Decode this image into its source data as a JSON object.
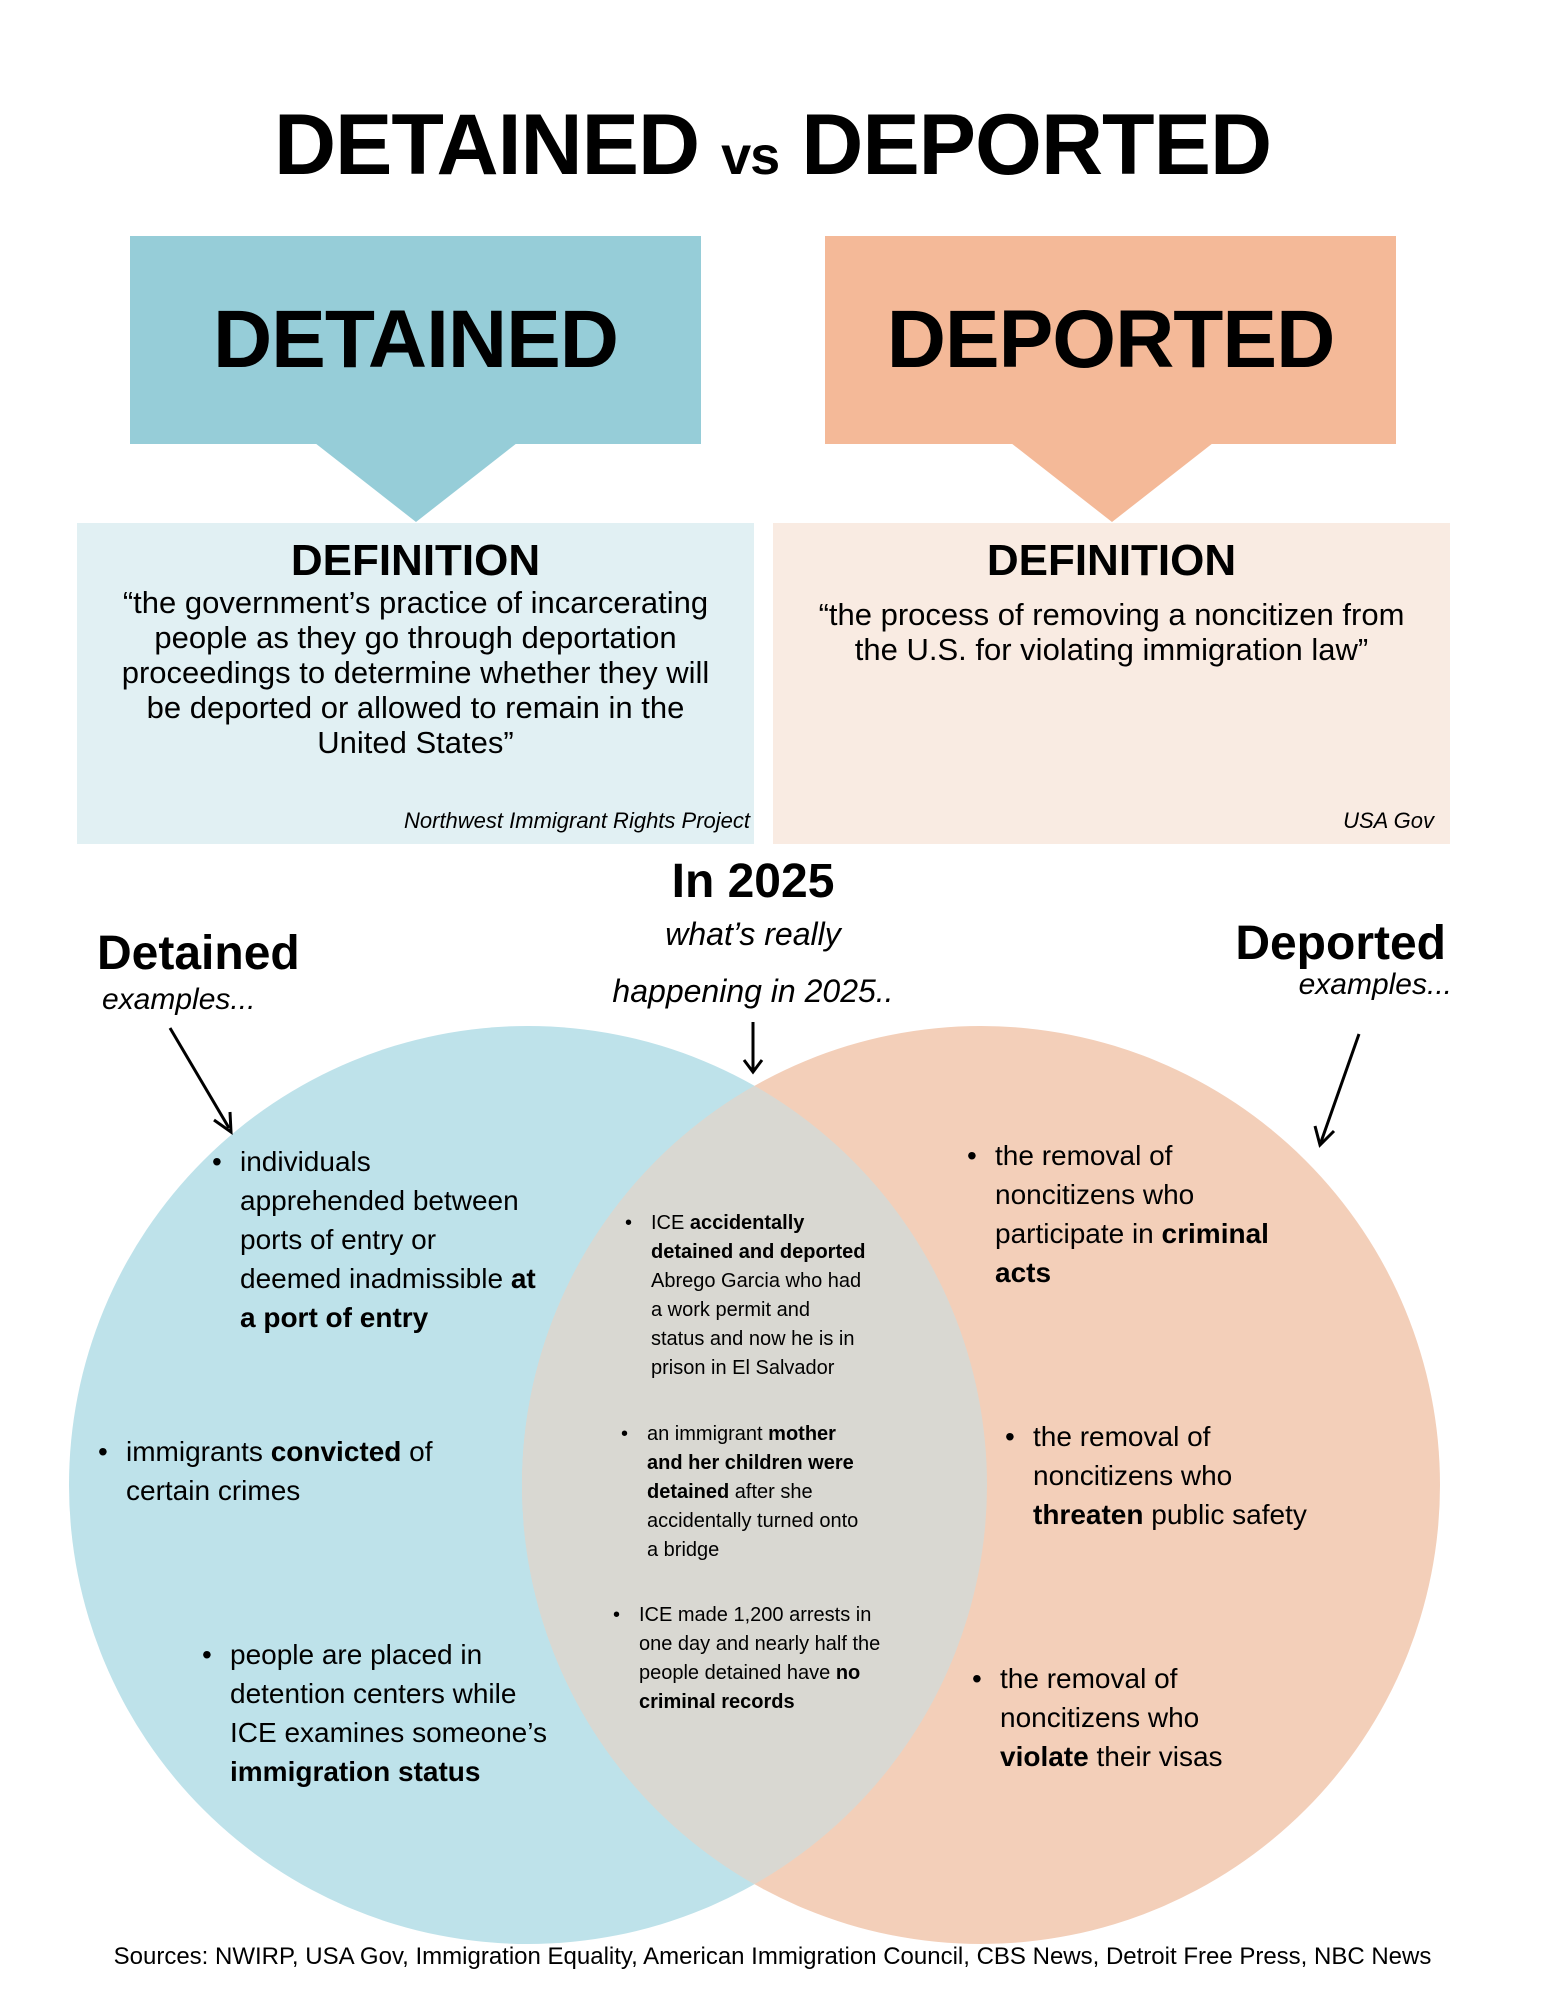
{
  "title": {
    "left": "DETAINED",
    "vs": "vs",
    "right": "DEPORTED"
  },
  "colors": {
    "detained": "#96cdd8",
    "deported": "#f4b998",
    "detained_light": "#e1f0f3",
    "deported_light": "#f9ebe2",
    "circle_left": "#bee2ea",
    "circle_right": "#f3cfb9",
    "overlap": "#d9d8d2"
  },
  "detained_box": {
    "label": "DETAINED",
    "definition_title": "DEFINITION",
    "definition": "“the government’s practice of incarcerating people as they go through deportation proceedings to determine whether they will be deported or allowed to remain in the United States”",
    "source": "Northwest Immigrant Rights Project"
  },
  "deported_box": {
    "label": "DEPORTED",
    "definition_title": "DEFINITION",
    "definition": "“the process of removing a noncitizen from the U.S. for violating immigration law”",
    "source": "USA Gov"
  },
  "middle_header": {
    "title": "In 2025",
    "line1": "what’s really",
    "line2": "happening in 2025.."
  },
  "detained_examples": {
    "title": "Detained",
    "subtitle": "examples...",
    "items": [
      [
        [
          {
            "t": "individuals"
          }
        ],
        [
          {
            "t": "apprehended between"
          }
        ],
        [
          {
            "t": "ports of entry or"
          }
        ],
        [
          {
            "t": "deemed inadmissible "
          },
          {
            "t": "at",
            "b": true
          }
        ],
        [
          {
            "t": "a port of entry",
            "b": true
          }
        ]
      ],
      [
        [
          {
            "t": "immigrants "
          },
          {
            "t": "convicted",
            "b": true
          },
          {
            "t": " of"
          }
        ],
        [
          {
            "t": "certain crimes"
          }
        ]
      ],
      [
        [
          {
            "t": "people are placed in"
          }
        ],
        [
          {
            "t": "detention centers while"
          }
        ],
        [
          {
            "t": "ICE examines someone’s"
          }
        ],
        [
          {
            "t": "immigration status",
            "b": true
          }
        ]
      ]
    ]
  },
  "overlap_examples": {
    "items": [
      [
        [
          {
            "t": "ICE "
          },
          {
            "t": "accidentally",
            "b": true
          }
        ],
        [
          {
            "t": "detained and deported",
            "b": true
          }
        ],
        [
          {
            "t": "Abrego Garcia who had"
          }
        ],
        [
          {
            "t": "a work permit and"
          }
        ],
        [
          {
            "t": "status and now he is in"
          }
        ],
        [
          {
            "t": "prison in El Salvador"
          }
        ]
      ],
      [
        [
          {
            "t": "an immigrant "
          },
          {
            "t": "mother",
            "b": true
          }
        ],
        [
          {
            "t": "and her children were",
            "b": true
          }
        ],
        [
          {
            "t": "detained",
            "b": true
          },
          {
            "t": " after she"
          }
        ],
        [
          {
            "t": "accidentally turned onto"
          }
        ],
        [
          {
            "t": "a bridge"
          }
        ]
      ],
      [
        [
          {
            "t": "ICE made 1,200 arrests in"
          }
        ],
        [
          {
            "t": "one day and nearly half the"
          }
        ],
        [
          {
            "t": "people detained have "
          },
          {
            "t": "no",
            "b": true
          }
        ],
        [
          {
            "t": "criminal records",
            "b": true
          }
        ]
      ]
    ]
  },
  "deported_examples": {
    "title": "Deported",
    "subtitle": "examples...",
    "items": [
      [
        [
          {
            "t": "the removal of"
          }
        ],
        [
          {
            "t": "noncitizens who"
          }
        ],
        [
          {
            "t": "participate in "
          },
          {
            "t": "criminal",
            "b": true
          }
        ],
        [
          {
            "t": "acts",
            "b": true
          }
        ]
      ],
      [
        [
          {
            "t": "the removal of"
          }
        ],
        [
          {
            "t": "noncitizens who"
          }
        ],
        [
          {
            "t": "threaten",
            "b": true
          },
          {
            "t": " public safety"
          }
        ]
      ],
      [
        [
          {
            "t": "the removal of"
          }
        ],
        [
          {
            "t": "noncitizens who"
          }
        ],
        [
          {
            "t": "violate",
            "b": true
          },
          {
            "t": " their visas"
          }
        ]
      ]
    ]
  },
  "sources": "Sources: NWIRP, USA Gov, Immigration Equality, American Immigration Council, CBS News, Detroit Free Press, NBC News"
}
